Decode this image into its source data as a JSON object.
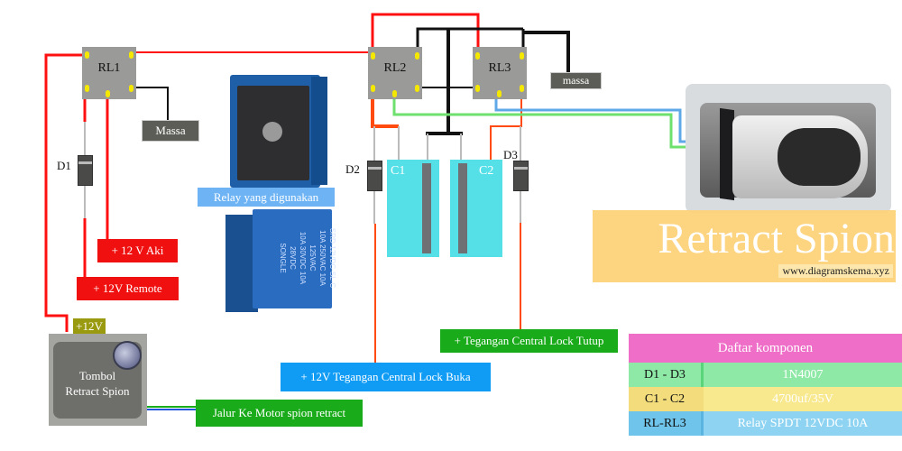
{
  "relays": [
    {
      "id": "RL1",
      "label": "RL1"
    },
    {
      "id": "RL2",
      "label": "RL2"
    },
    {
      "id": "RL3",
      "label": "RL3"
    }
  ],
  "ground_labels": {
    "rl1": "Massa",
    "rl23": "massa"
  },
  "diodes": [
    {
      "id": "D1",
      "label": "D1"
    },
    {
      "id": "D2",
      "label": "D2"
    },
    {
      "id": "D3",
      "label": "D3"
    }
  ],
  "capacitors": [
    {
      "id": "C1",
      "label": "C1"
    },
    {
      "id": "C2",
      "label": "C2"
    }
  ],
  "supply_labels": {
    "aki": "+ 12 V Aki",
    "remote": "+ 12V Remote",
    "switch_plus": "+12V",
    "lock_open": "+ 12V Tegangan Central Lock Buka",
    "lock_close": "+ Tegangan Central Lock Tutup",
    "motor_line": "Jalur Ke Motor spion retract"
  },
  "switch": {
    "line1": "Tombol",
    "line2": "Retract Spion"
  },
  "relay_photo_caption": "Relay yang digunakan",
  "relay_photo_text": [
    "SRD-12VDC-SL-C",
    "10A 250VAC 10A 125VAC",
    "10A 30VDC 10A 28VDC",
    "SONGLE"
  ],
  "title": "Retract Spion",
  "website": "www.diagramskema.xyz",
  "component_table": {
    "header": "Daftar komponen",
    "rows": [
      {
        "part": "D1 - D3",
        "value": "1N4007"
      },
      {
        "part": "C1 - C2",
        "value": "4700uf/35V"
      },
      {
        "part": "RL-RL3",
        "value": "Relay SPDT 12VDC 10A"
      }
    ]
  },
  "colors": {
    "wire_red": "#ff1010",
    "wire_orange": "#ff4a10",
    "wire_black": "#111111",
    "wire_green": "#6ee06e",
    "wire_blue": "#5fa8e8",
    "relay_body": "#9a9a98",
    "pin": "#f5e800",
    "tag_red": "#f01010",
    "tag_green": "#1aab1a",
    "tag_blue": "#109cf5",
    "tag_ground": "#5d5d58",
    "capacitor": "#55e0e8",
    "title_bg": "#fdd27a",
    "table_header": "#ee6ec8",
    "row_diode": "#8ee8a6",
    "row_cap": "#f8e88e",
    "row_relay": "#8ed4f2"
  }
}
